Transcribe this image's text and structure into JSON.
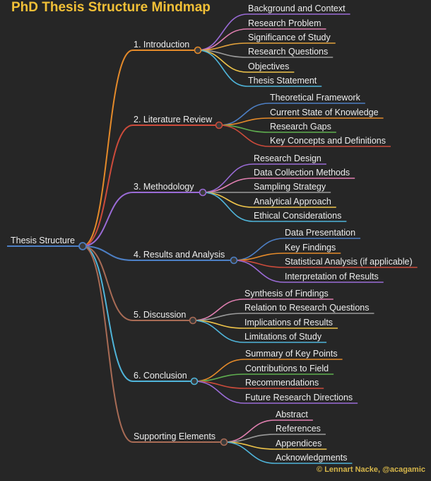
{
  "title": "PhD Thesis Structure Mindmap",
  "credit": "© Lennart Nacke, @acagamic",
  "root": {
    "label": "Thesis Structure",
    "color": "#4d7fc4"
  },
  "branches": [
    {
      "label": "1. Introduction",
      "color": "#e48a2a",
      "items": [
        {
          "label": "Background and Context",
          "color": "#9a6bd6"
        },
        {
          "label": "Research Problem",
          "color": "#e07fb0"
        },
        {
          "label": "Significance of Study",
          "color": "#e3a23b"
        },
        {
          "label": "Research Questions",
          "color": "#9a9a9a"
        },
        {
          "label": "Objectives",
          "color": "#eec44a"
        },
        {
          "label": "Thesis Statement",
          "color": "#4fb4d9"
        }
      ]
    },
    {
      "label": "2. Literature Review",
      "color": "#cc4b3b",
      "items": [
        {
          "label": "Theoretical Framework",
          "color": "#4d7fc4"
        },
        {
          "label": "Current State of Knowledge",
          "color": "#e48a2a"
        },
        {
          "label": "Research Gaps",
          "color": "#5fae4f"
        },
        {
          "label": "Key Concepts and Definitions",
          "color": "#cc4b3b"
        }
      ]
    },
    {
      "label": "3. Methodology",
      "color": "#9a6bd6",
      "items": [
        {
          "label": "Research Design",
          "color": "#9a6bd6"
        },
        {
          "label": "Data Collection Methods",
          "color": "#e07fb0"
        },
        {
          "label": "Sampling Strategy",
          "color": "#9a9a9a"
        },
        {
          "label": "Analytical Approach",
          "color": "#eec44a"
        },
        {
          "label": "Ethical Considerations",
          "color": "#4fb4d9"
        }
      ]
    },
    {
      "label": "4. Results and Analysis",
      "color": "#4d7fc4",
      "items": [
        {
          "label": "Data Presentation",
          "color": "#4d7fc4"
        },
        {
          "label": "Key Findings",
          "color": "#e48a2a"
        },
        {
          "label": "Statistical Analysis (if applicable)",
          "color": "#cc4b3b"
        },
        {
          "label": "Interpretation of Results",
          "color": "#9a6bd6"
        }
      ]
    },
    {
      "label": "5. Discussion",
      "color": "#a86b55",
      "items": [
        {
          "label": "Synthesis of Findings",
          "color": "#e07fb0"
        },
        {
          "label": "Relation to Research Questions",
          "color": "#9a9a9a"
        },
        {
          "label": "Implications of Results",
          "color": "#eec44a"
        },
        {
          "label": "Limitations of Study",
          "color": "#4fb4d9"
        }
      ]
    },
    {
      "label": "6. Conclusion",
      "color": "#4fb4d9",
      "items": [
        {
          "label": "Summary of Key Points",
          "color": "#e48a2a"
        },
        {
          "label": "Contributions to Field",
          "color": "#5fae4f"
        },
        {
          "label": "Recommendations",
          "color": "#cc4b3b"
        },
        {
          "label": "Future Research Directions",
          "color": "#9a6bd6"
        }
      ]
    },
    {
      "label": "Supporting Elements",
      "color": "#a86b55",
      "items": [
        {
          "label": "Abstract",
          "color": "#e07fb0"
        },
        {
          "label": "References",
          "color": "#9a9a9a"
        },
        {
          "label": "Appendices",
          "color": "#eec44a"
        },
        {
          "label": "Acknowledgments",
          "color": "#4fb4d9"
        }
      ]
    }
  ]
}
